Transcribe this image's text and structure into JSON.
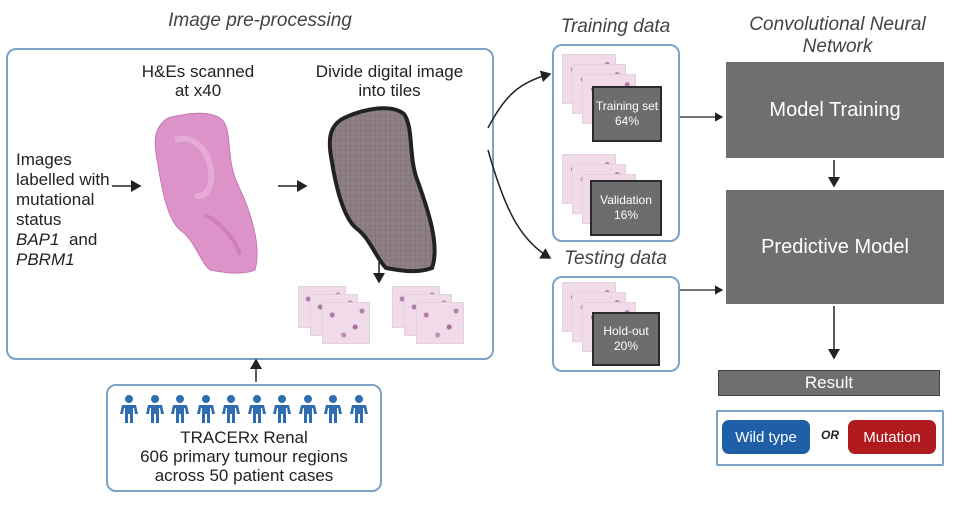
{
  "headers": {
    "preprocessing": "Image pre-processing",
    "training": "Training data",
    "testing": "Testing data",
    "cnn": "Convolutional Neural Network"
  },
  "preprocess": {
    "he_title": "H&Es scanned at x40",
    "divide_title": "Divide digital image into tiles",
    "images_label_a": "Images labelled with mutational status",
    "gene1": "BAP1",
    "and_word": "and",
    "gene2": "PBRM1"
  },
  "datasets": {
    "training_set": "Training set 64%",
    "validation": "Validation 16%",
    "holdout": "Hold-out 20%"
  },
  "cohort": {
    "name": "TRACERx Renal",
    "line2": "606 primary tumour regions",
    "line3": "across 50 patient cases",
    "person_icon_count": 10
  },
  "model": {
    "training": "Model Training",
    "predictive": "Predictive Model",
    "result": "Result",
    "wild_type": "Wild type",
    "or_word": "OR",
    "mutation": "Mutation"
  },
  "colors": {
    "box_border": "#7aa3c8",
    "grey_box": "#6f6f6f",
    "wild_type": "#1f5fa8",
    "mutation": "#b01a1f",
    "he_stain": "#d98fc7"
  }
}
